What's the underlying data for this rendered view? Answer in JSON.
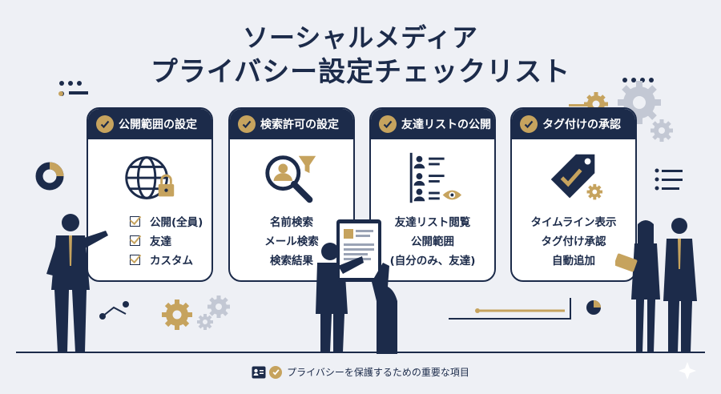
{
  "title": {
    "line1": "ソーシャルメディア",
    "line2": "プライバシー設定チェックリスト"
  },
  "cards": [
    {
      "header": "公開範囲の設定",
      "icon": "globe-lock-icon",
      "items": [
        "公開(全員)",
        "友達",
        "カスタム"
      ]
    },
    {
      "header": "検索許可の設定",
      "icon": "search-person-filter-icon",
      "items": [
        "名前検索",
        "メール検索",
        "検索結果"
      ]
    },
    {
      "header": "友達リストの公開",
      "icon": "friend-list-eye-icon",
      "items": [
        "友達リスト閲覧",
        "公開範囲",
        "(自分のみ、友達)"
      ]
    },
    {
      "header": "タグ付けの承認",
      "icon": "tag-check-gear-icon",
      "items": [
        "タイムライン表示",
        "タグ付け承認",
        "自動追加"
      ]
    }
  ],
  "footer": {
    "text": "プライバシーを保護するための重要な項目"
  },
  "colors": {
    "navy": "#1c2b4a",
    "gold": "#c6a35e",
    "background": "#eef0f5"
  }
}
